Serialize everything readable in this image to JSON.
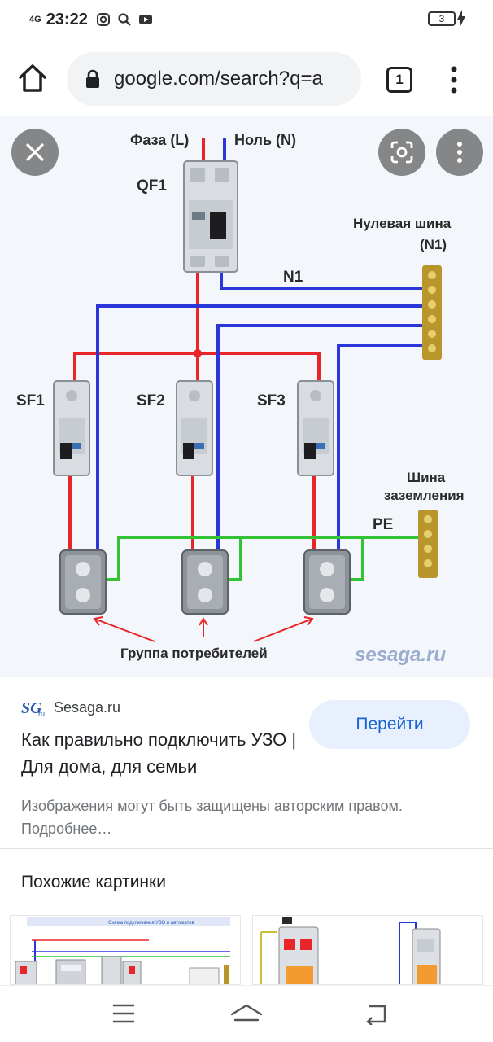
{
  "status_bar": {
    "network": "4G",
    "time": "23:22",
    "battery_level": "3"
  },
  "browser": {
    "url": "google.com/search?q=a",
    "tab_count": "1"
  },
  "diagram": {
    "label_phase": "Фаза (L)",
    "label_neutral": "Ноль (N)",
    "label_qf1": "QF1",
    "label_neutral_bus_1": "Нулевая шина",
    "label_neutral_bus_2": "(N1)",
    "label_n1": "N1",
    "label_sf1": "SF1",
    "label_sf2": "SF2",
    "label_sf3": "SF3",
    "label_ground_bus_1": "Шина",
    "label_ground_bus_2": "заземления",
    "label_pe": "PE",
    "label_consumers": "Группа потребителей",
    "watermark": "sesaga.ru",
    "colors": {
      "phase": "#e8262a",
      "neutral": "#2b36d9",
      "ground": "#33c233"
    }
  },
  "result": {
    "source_name": "Sesaga.ru",
    "logo_text": "SGru",
    "title": "Как правильно подключить УЗО | Для дома, для семьи",
    "visit_label": "Перейти",
    "copyright_notice": "Изображения могут быть защищены авторским правом. Подробнее…"
  },
  "related": {
    "heading": "Похожие картинки",
    "thumb1_caption": "Схема подключения УЗО и автоматов"
  },
  "icons": {
    "close": "close-icon",
    "lens": "lens-icon",
    "more": "more-vertical-icon",
    "home": "home-icon",
    "lock": "lock-icon"
  }
}
